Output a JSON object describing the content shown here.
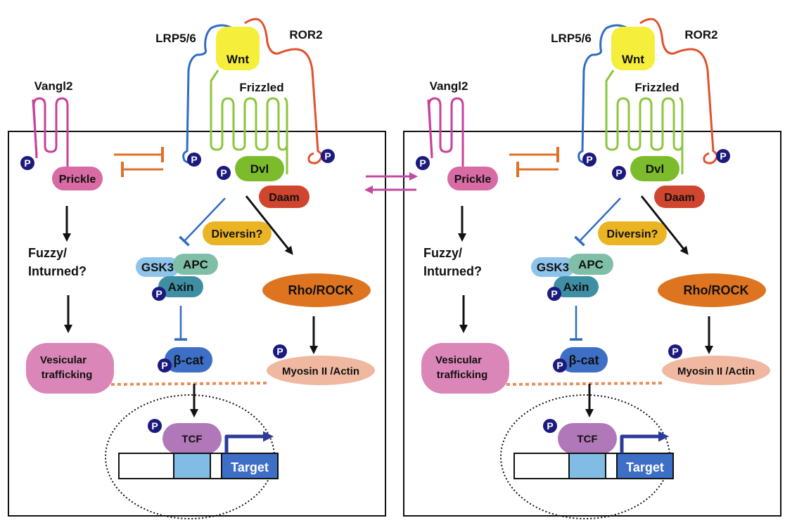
{
  "figure": {
    "description": "Wnt signaling pathways (planar cell polarity and canonical) shown in two identical panels",
    "colors": {
      "wnt": "#f5ee3a",
      "frizzled": "#8cc63f",
      "lrp": "#2f6cc4",
      "ror2": "#e0522e",
      "vangl2": "#c93f9a",
      "prickle": "#d86aa4",
      "dvl": "#7cbc2c",
      "daam": "#d0452e",
      "diversin": "#eab424",
      "gsk3": "#8ec4ea",
      "apc": "#7fbfa8",
      "axin": "#3f8fa4",
      "bcat": "#3e6fc6",
      "rho": "#de7420",
      "myosin": "#f0b8a0",
      "vesicular": "#da86b8",
      "tcf": "#b078b8",
      "target": "#3e6fc6",
      "tcf_site": "#80bce4",
      "inhibit_orange": "#e07028",
      "phospho": "#1c1a7c",
      "crosstalk": "#c44aa0",
      "dotted_link": "#e8905c"
    },
    "labels": {
      "lrp": "LRP5/6",
      "ror2": "ROR2",
      "wnt": "Wnt",
      "frizzled": "Frizzled",
      "vangl2": "Vangl2",
      "prickle": "Prickle",
      "dvl": "Dvl",
      "daam": "Daam",
      "diversin": "Diversin?",
      "gsk3": "GSK3",
      "apc": "APC",
      "axin": "Axin",
      "bcat": "β-cat",
      "rho": "Rho/ROCK",
      "myosin": "Myosin II /Actin",
      "fuzzy_line1": "Fuzzy/",
      "fuzzy_line2": "Inturned?",
      "vesicular_line1": "Vesicular",
      "vesicular_line2": "trafficking",
      "tcf": "TCF",
      "target": "Target",
      "phospho": "P"
    },
    "panels": [
      {
        "id": "left"
      },
      {
        "id": "right"
      }
    ]
  }
}
